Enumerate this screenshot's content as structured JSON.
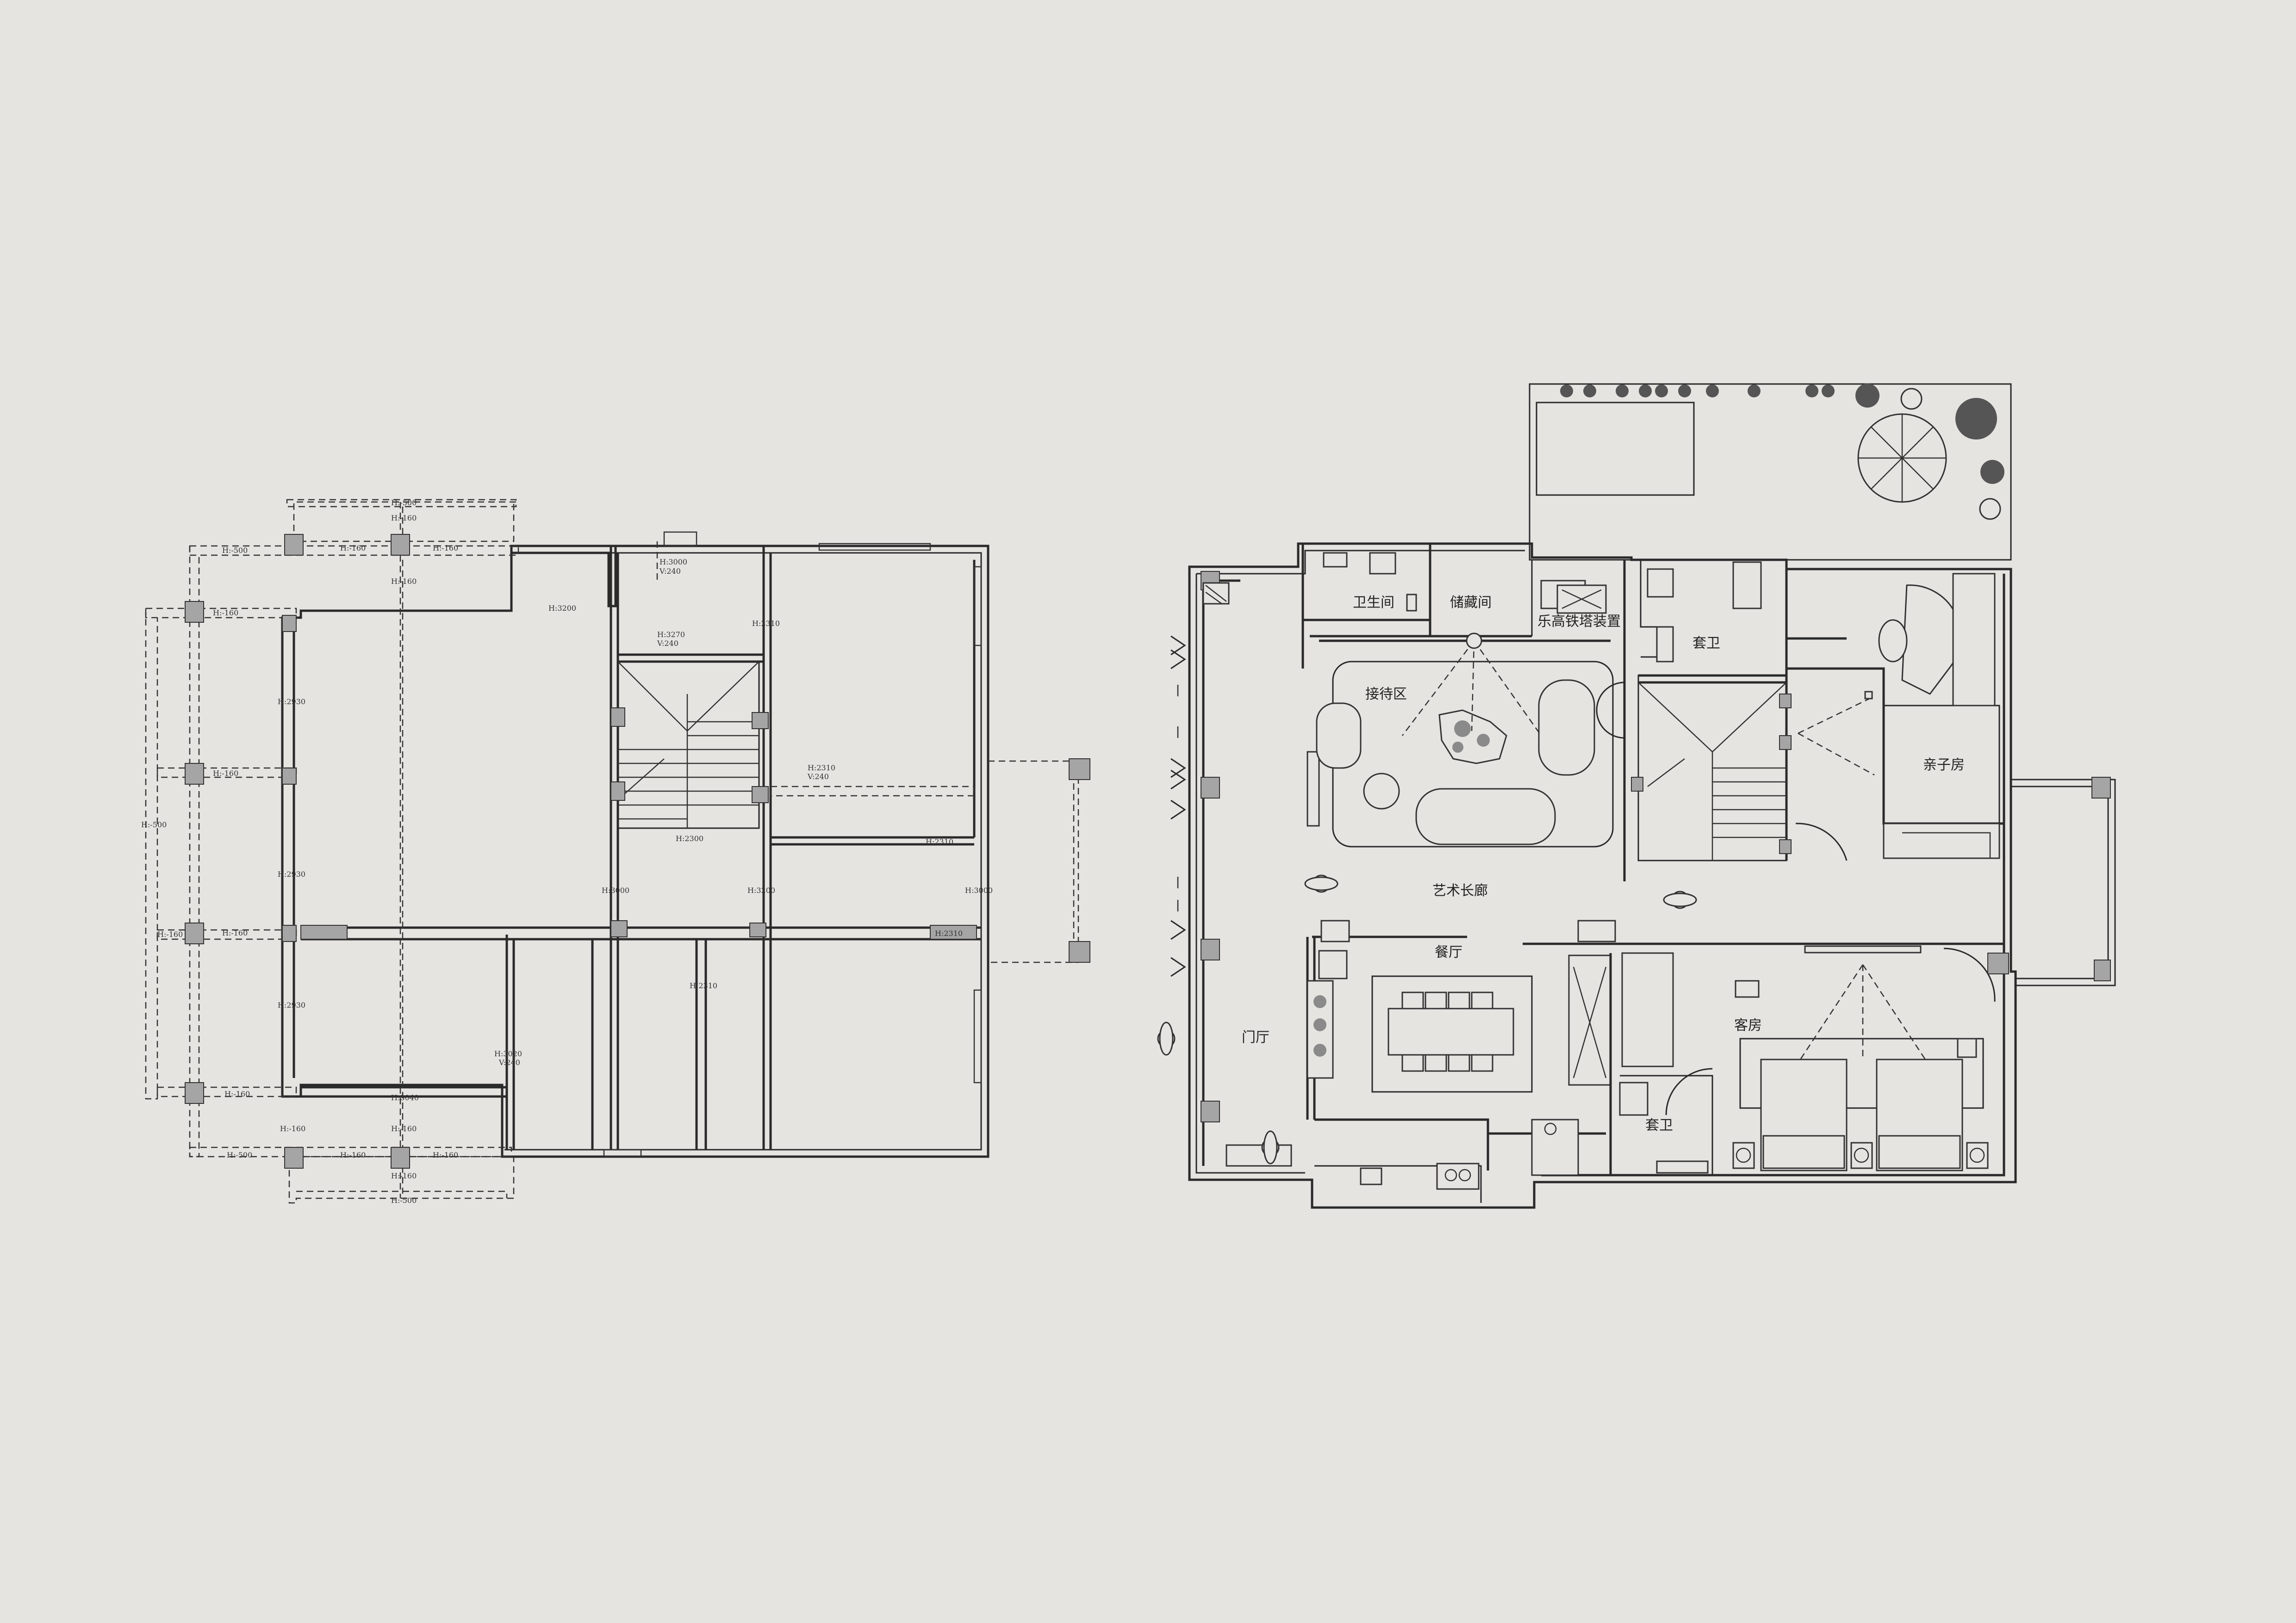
{
  "left_plan": {
    "labels": {
      "h500_top": "H:-500",
      "h160_top": "H:-160",
      "h500_a": "H:-500",
      "h160_a": "H:-160",
      "h160_b": "H:-160",
      "h160_c": "H:-160",
      "h3000_a": "H:3000",
      "v240_a": "V:240",
      "h3200_a": "H:3200",
      "h2310_a": "H:2310",
      "h160_d": "H:-160",
      "h3270": "H:3270",
      "v240_b": "V:240",
      "h2930_a": "H:2930",
      "h160_e": "H:-160",
      "h2310_b": "H:2310",
      "v240_c": "V:240",
      "h500_side": "H:-500",
      "h2930_b": "H:2930",
      "h2300": "H:2300",
      "h2310_c": "H:2310",
      "h3000_b": "H:3000",
      "h3200_b": "H:3200",
      "h3000_c": "H:3000",
      "h160_f": "H:-160",
      "h160_g": "H:-160",
      "h2310_d": "H:2310",
      "h2930_c": "H:2930",
      "h2310_e": "H:2310",
      "h3020": "H:3020",
      "v240_d": "V:240",
      "h160_h": "H:-160",
      "h3040": "H:3040",
      "h160_i": "H:-160",
      "h160_j": "H:-160",
      "h500_b": "H:-500",
      "h160_k": "H:-160",
      "h160_l": "H:-160",
      "h160_m": "H:-160",
      "h500_bottom": "H:-500"
    }
  },
  "right_plan": {
    "rooms": {
      "toilet": "卫生间",
      "storage": "储藏间",
      "lego": "乐高铁塔装置",
      "reception": "接待区",
      "ensuite_top": "套卫",
      "kids_room": "亲子房",
      "gallery": "艺术长廊",
      "dining": "餐厅",
      "foyer": "门厅",
      "guest_room": "客房",
      "ensuite_bottom": "套卫"
    }
  },
  "colors": {
    "background": "#e6e4e1",
    "line": "#2a2a2a",
    "column": "#a5a5a5"
  }
}
